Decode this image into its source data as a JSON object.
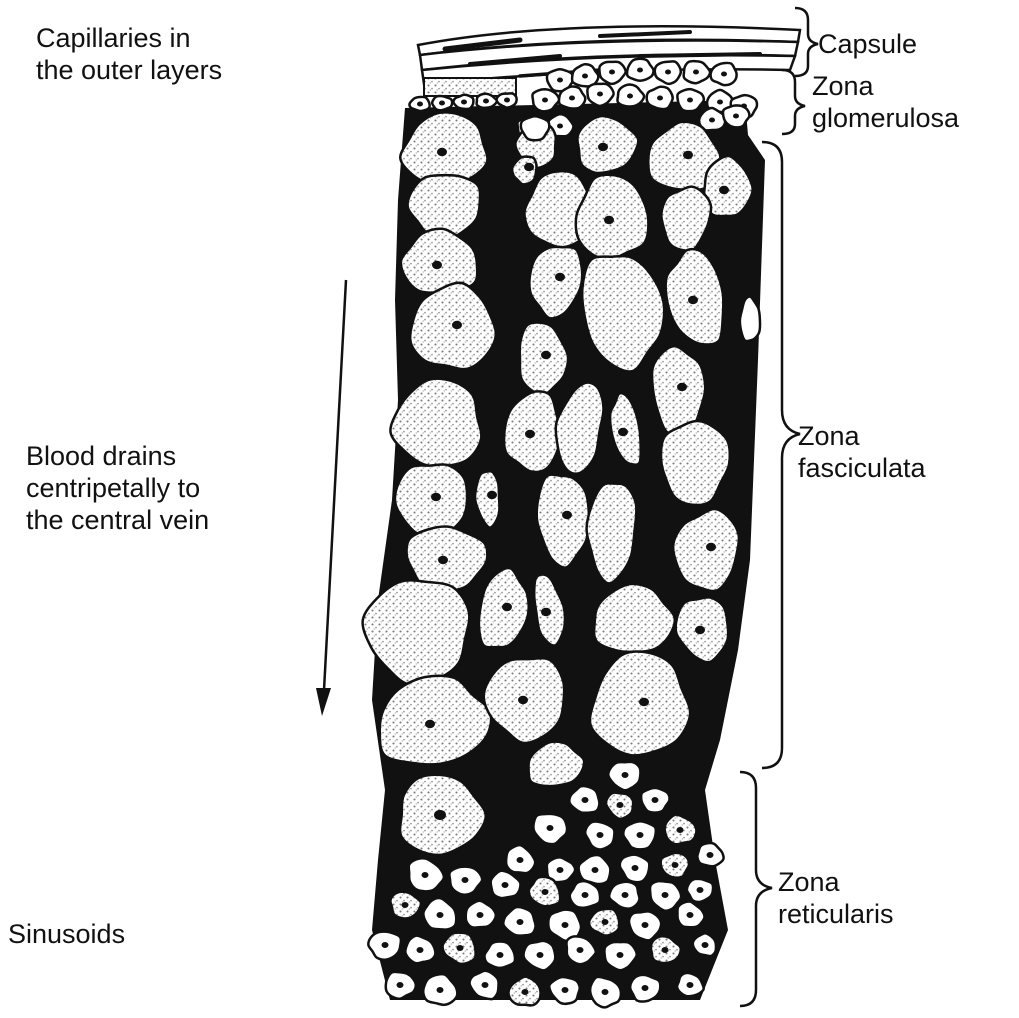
{
  "labels": {
    "capillaries": [
      "Capillaries in",
      "the outer layers"
    ],
    "capsule": "Capsule",
    "glomerulosa": [
      "Zona",
      "glomerulosa"
    ],
    "fasciculata": [
      "Zona",
      "fasciculata"
    ],
    "reticularis": [
      "Zona",
      "reticularis"
    ],
    "blood": [
      "Blood drains",
      "centripetally to",
      "the central vein"
    ],
    "sinusoids": "Sinusoids"
  },
  "colors": {
    "ink": "#111111",
    "cell_fill": "#ffffff",
    "stipple": "#8a8a8a"
  }
}
